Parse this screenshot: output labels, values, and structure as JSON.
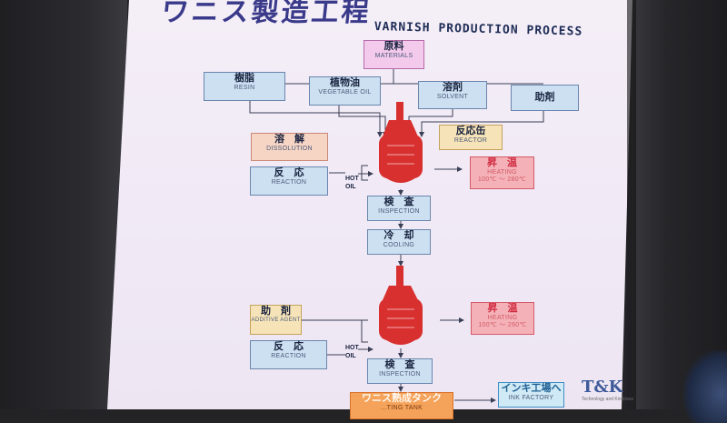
{
  "title_jp": "ワニス製造工程",
  "title_en": "VARNISH PRODUCTION PROCESS",
  "materials": {
    "jp": "原料",
    "en": "MATERIALS"
  },
  "resin": {
    "jp": "樹脂",
    "en": "RESIN"
  },
  "vegetable_oil": {
    "jp": "植物油",
    "en": "VEGETABLE OIL"
  },
  "solvent": {
    "jp": "溶剤",
    "en": "SOLVENT"
  },
  "additive_top": {
    "jp": "助剤"
  },
  "dissolution": {
    "jp": "溶　解",
    "en": "DISSOLUTION"
  },
  "reaction_1": {
    "jp": "反　応",
    "en": "REACTION"
  },
  "reactor": {
    "jp": "反応缶",
    "en": "REACTOR"
  },
  "heating_1": {
    "jp": "昇　温",
    "en": "HEATING",
    "range": "100℃ ～ 280℃"
  },
  "hot_oil_1": {
    "line1": "HOT",
    "line2": "OIL"
  },
  "inspection_1": {
    "jp": "検　査",
    "en": "INSPECTION"
  },
  "cooling": {
    "jp": "冷　却",
    "en": "COOLING"
  },
  "additive_agent": {
    "jp": "助　剤",
    "en": "ADDITIVE AGENT"
  },
  "reaction_2": {
    "jp": "反　応",
    "en": "REACTION"
  },
  "heating_2": {
    "jp": "昇　温",
    "en": "HEATING",
    "range": "100℃ ～ 260℃"
  },
  "hot_oil_2": {
    "line1": "HOT",
    "line2": "OIL"
  },
  "inspection_2": {
    "jp": "検　査",
    "en": "INSPECTION"
  },
  "aging_tank": {
    "jp": "ワニス熟成タンク",
    "en": "...TING TANK"
  },
  "ink_factory": {
    "jp": "インキ工場へ",
    "en": "INK FACTORY"
  },
  "logo": {
    "text": "T&K",
    "sub": "Technology and Kindness"
  },
  "colors": {
    "vessel": "#d7302f",
    "title": "#3a3a8a",
    "arrow": "#3a3f55"
  }
}
